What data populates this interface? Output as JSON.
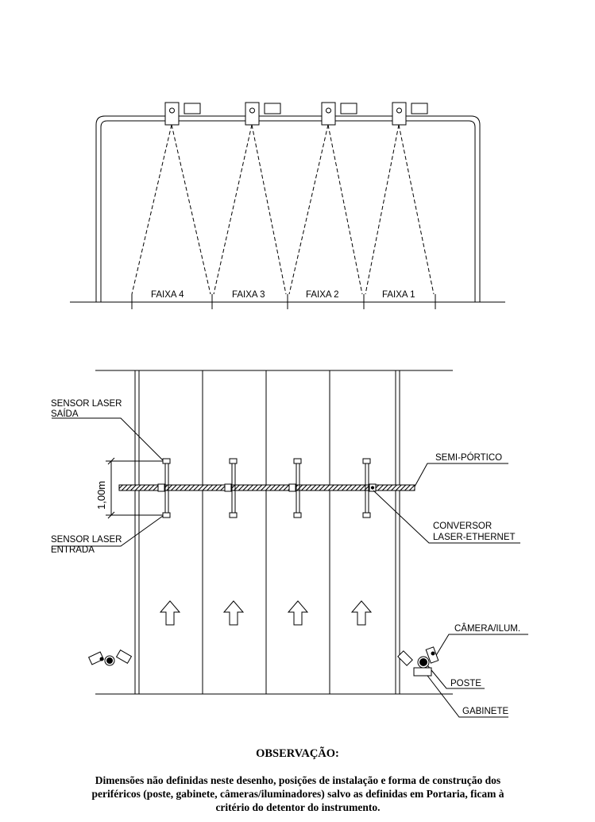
{
  "front_view": {
    "lanes": [
      "FAIXA 4",
      "FAIXA 3",
      "FAIXA 2",
      "FAIXA 1"
    ]
  },
  "plan_view": {
    "labels": {
      "sensor_saida_line1": "SENSOR LASER",
      "sensor_saida_line2": "SAÍDA",
      "sensor_entrada_line1": "SENSOR LASER",
      "sensor_entrada_line2": "ENTRADA",
      "dimension": "1,00m",
      "semi_portico": "SEMI-PÓRTICO",
      "conversor_line1": "CONVERSOR",
      "conversor_line2": "LASER-ETHERNET",
      "camera": "CÂMERA/ILUM.",
      "poste": "POSTE",
      "gabinete": "GABINETE"
    }
  },
  "note": {
    "title": "OBSERVAÇÃO:",
    "line1": "Dimensões não definidas neste desenho, posições de instalação e forma de construção dos",
    "line2": "periféricos (poste, gabinete, câmeras/iluminadores) salvo as definidas em Portaria, ficam à",
    "line3": "critério do detentor do instrumento."
  }
}
